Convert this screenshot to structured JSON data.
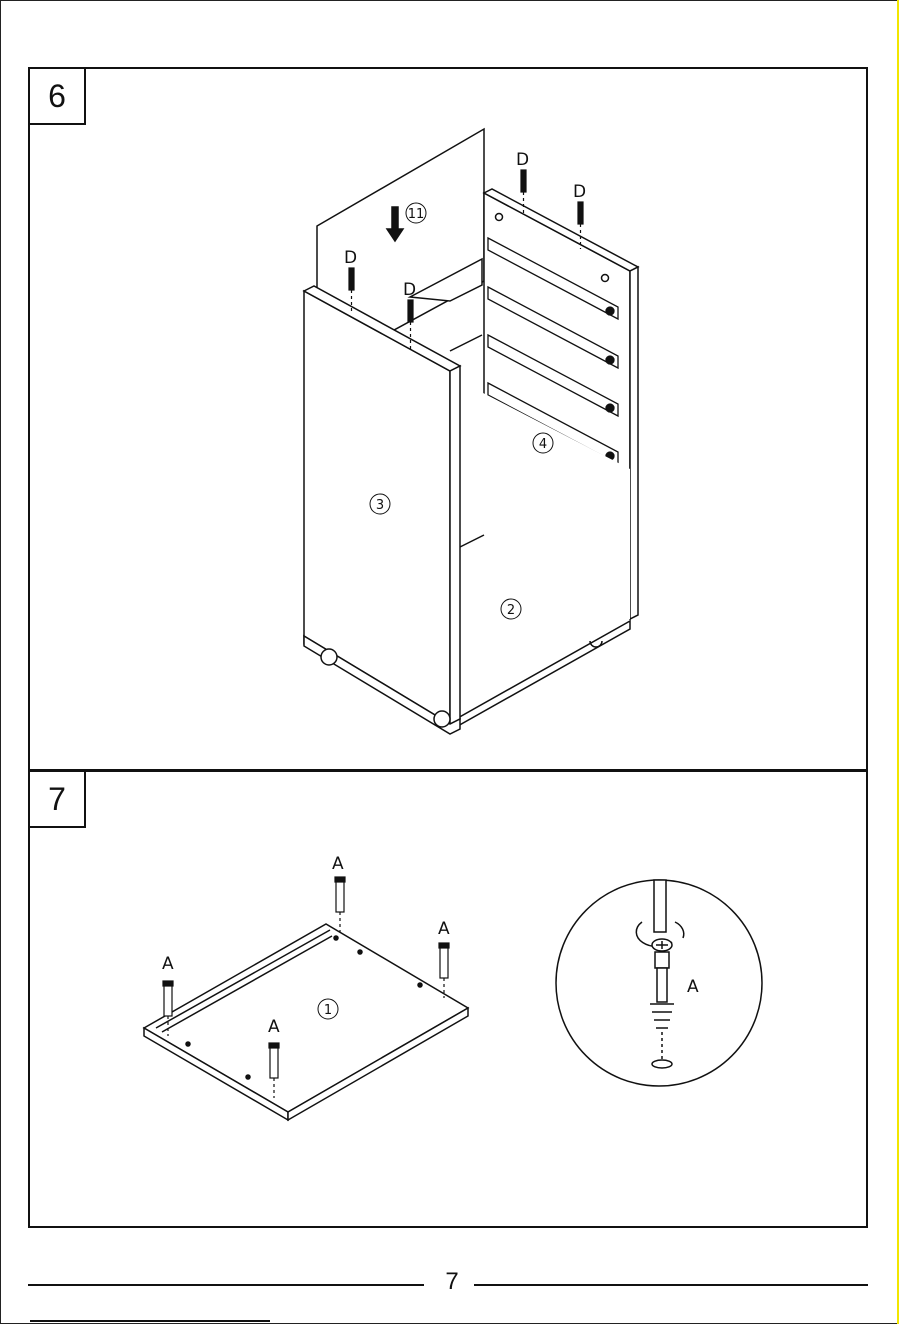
{
  "step6": {
    "number": "6",
    "labels": {
      "screw": "D",
      "part_back": "11",
      "part_side_left": "3",
      "part_side_right": "4",
      "part_bottom": "2"
    }
  },
  "step7": {
    "number": "7",
    "labels": {
      "cam_bolt": "A",
      "part_top": "1"
    }
  },
  "footer": {
    "page_number": "7"
  },
  "colors": {
    "line": "#111111",
    "edge_accent": "#f2e600",
    "background": "#ffffff"
  }
}
